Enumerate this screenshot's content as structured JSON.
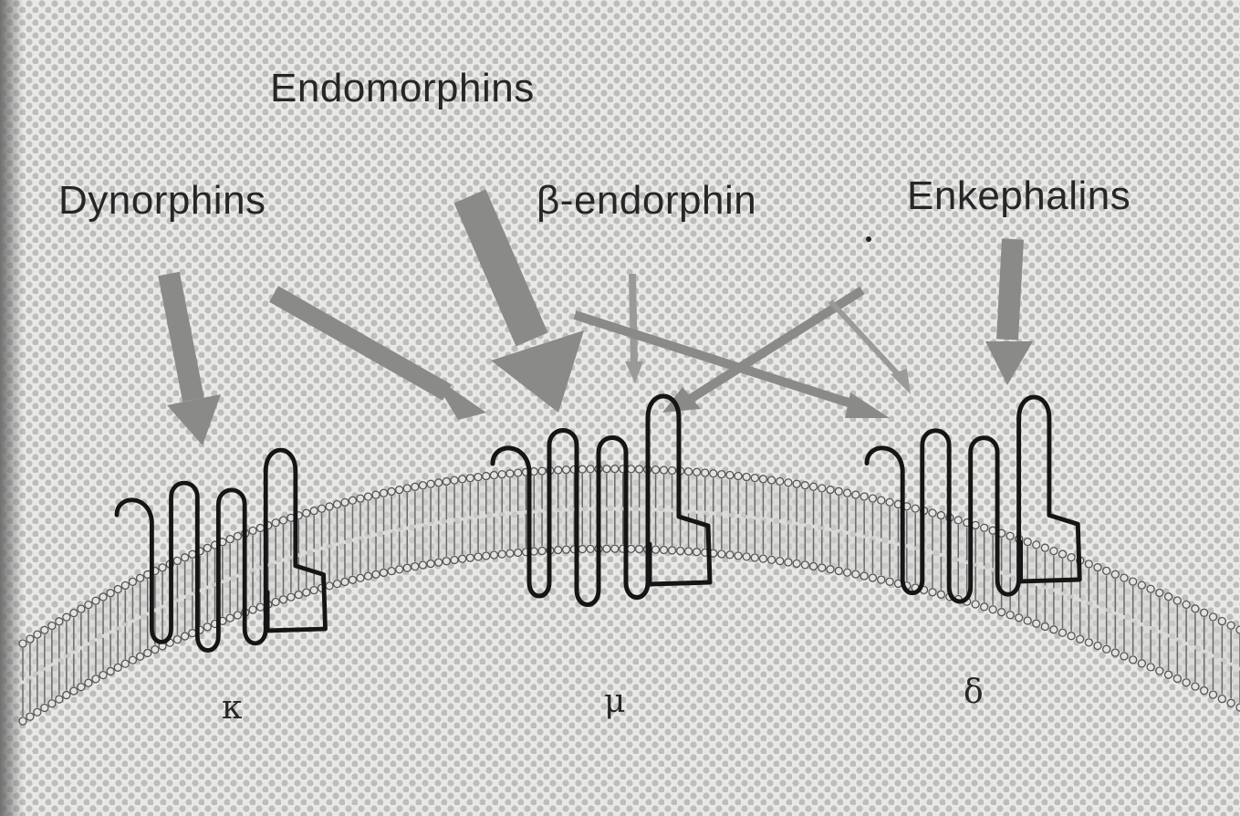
{
  "ligands": {
    "endomorphins": "Endomorphins",
    "dynorphins": "Dynorphins",
    "beta_endorphin": "β-endorphin",
    "enkephalins": "Enkephalins"
  },
  "receptors": {
    "kappa": "κ",
    "mu": "μ",
    "delta": "δ"
  },
  "colors": {
    "background": "#e6e6e4",
    "halftone_dot": "#bdbdbb",
    "arrow": "#8a8a88",
    "membrane": "#5a5a5a",
    "receptor_line": "#151515",
    "text": "#262626"
  }
}
